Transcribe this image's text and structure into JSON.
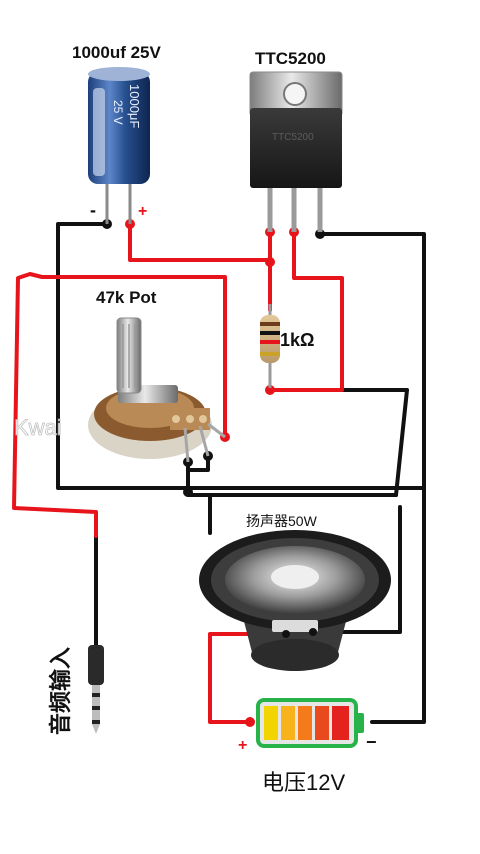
{
  "labels": {
    "capacitor": "1000uf 25V",
    "transistor": "TTC5200",
    "potentiometer": "47k Pot",
    "resistor": "1kΩ",
    "speaker": "扬声器50W",
    "audio_input": "音频输入",
    "battery": "电压12V"
  },
  "capacitor_body_text": [
    "1000μF",
    "25 V"
  ],
  "transistor_body_text": "TTC5200",
  "polarity": {
    "cap_minus": "-",
    "cap_plus": "+",
    "bat_plus": "+",
    "bat_minus": "−"
  },
  "watermark": "Kwai",
  "colors": {
    "wire_red": "#e8141b",
    "wire_black": "#111111",
    "battery_cells": [
      "#f4d400",
      "#f79a1c",
      "#f47a1a",
      "#e83a1e",
      "#e5231e"
    ],
    "battery_frame": "#27b34a"
  }
}
